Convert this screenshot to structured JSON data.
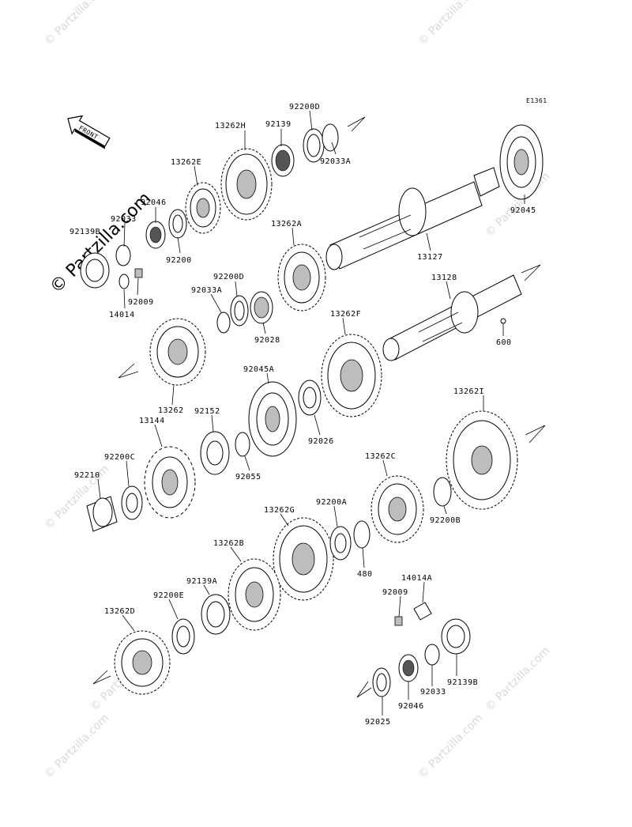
{
  "diagram_code": "E1361",
  "direction_label": "FRONT",
  "watermark": "© Partzilla.com",
  "parts": {
    "p13262H": "13262H",
    "p92139": "92139",
    "p92200D_top": "92200D",
    "p92033A_top": "92033A",
    "p13262E": "13262E",
    "p92046_top": "92046",
    "p92033_top": "92033",
    "p92139B_top": "92139B",
    "p92200": "92200",
    "p92009_top": "92009",
    "p14014": "14014",
    "p92045": "92045",
    "p13127": "13127",
    "p13262A": "13262A",
    "p92200D_mid": "92200D",
    "p92033A_mid": "92033A",
    "p92028": "92028",
    "p13128": "13128",
    "p600": "600",
    "p13262F": "13262F",
    "p13262": "13262",
    "p92045A": "92045A",
    "p92026": "92026",
    "p92152": "92152",
    "p13144": "13144",
    "p92055": "92055",
    "p13262I": "13262I",
    "p92200C": "92200C",
    "p92210": "92210",
    "p13262C": "13262C",
    "p92200B": "92200B",
    "p13262G": "13262G",
    "p92200A": "92200A",
    "p480": "480",
    "p13262B": "13262B",
    "p92139A": "92139A",
    "p14014A": "14014A",
    "p92009_bot": "92009",
    "p92200E": "92200E",
    "p13262D": "13262D",
    "p92033_bot": "92033",
    "p92139B_bot": "92139B",
    "p92046_bot": "92046",
    "p92025": "92025"
  }
}
